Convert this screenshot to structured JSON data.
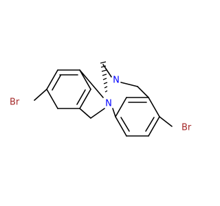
{
  "molecule": {
    "atoms": {
      "n_top": "N",
      "n_bottom": "N",
      "br_left": "Br",
      "br_right": "Br"
    },
    "colors": {
      "bond": "#000000",
      "nitrogen": "#0000ff",
      "bromine": "#a52a2a"
    }
  }
}
